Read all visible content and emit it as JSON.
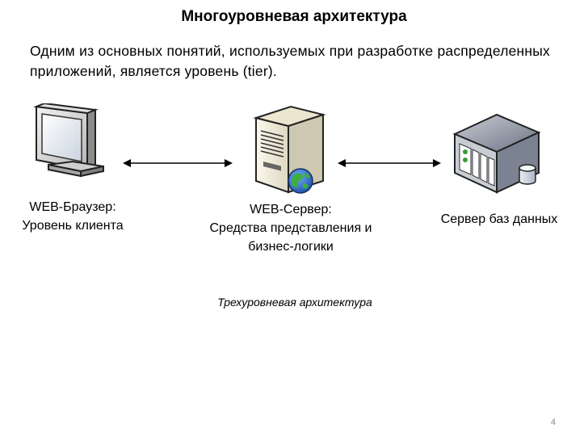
{
  "slide": {
    "title": "Многоуровневая архитектура",
    "intro": "Одним из основных понятий, используемых при разработке распределенных приложений, является уровень (tier).",
    "client_label_line1": "WEB-Браузер:",
    "client_label_line2": "Уровень клиента",
    "web_label_line1": "WEB-Сервер:",
    "web_label_line2": "Средства представления и",
    "web_label_line3": "бизнес-логики",
    "db_label": "Сервер баз данных",
    "caption": "Трехуровневая архитектура",
    "page_number": "4"
  },
  "icons": {
    "client": "monitor-icon",
    "web_server": "web-server-icon",
    "db_server": "database-server-icon"
  },
  "colors": {
    "arrow": "#000000",
    "globe": "#2a6fc9",
    "land": "#3fae3f"
  }
}
